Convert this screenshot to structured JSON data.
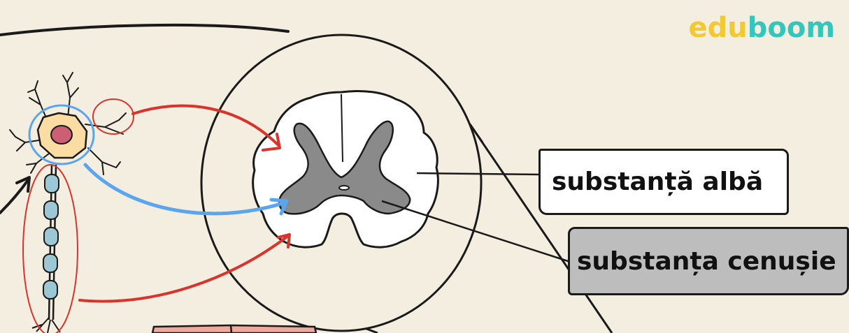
{
  "brand": {
    "logo_part1": "edu",
    "logo_part2": "boom",
    "color_part1": "#f2c930",
    "color_part2": "#34c6bb"
  },
  "labels": {
    "white_matter": "substanță albă",
    "gray_matter": "substanța cenușie"
  },
  "colors": {
    "background": "#f4eee1",
    "white_matter_fill": "#ffffff",
    "gray_matter_fill": "#8a8a8a",
    "label_gray_fill": "#bdbdbd",
    "neuron_body": "#fbdca3",
    "nucleus": "#cc5f73",
    "axon_sheath": "#9cc7d4",
    "arrow_red": "#d9342b",
    "arrow_blue": "#5aa5ee",
    "outline": "#1a1a1a"
  }
}
